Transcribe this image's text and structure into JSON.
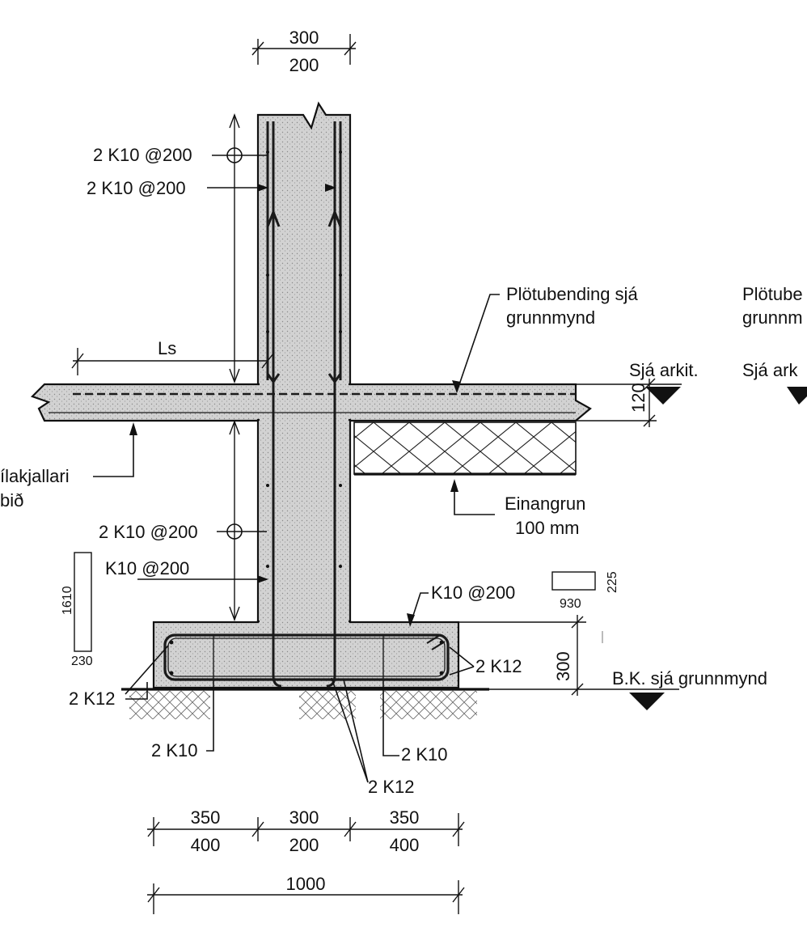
{
  "wall_width_top": "300",
  "wall_width_bottom": "200",
  "rebar_callout_1": "2 K10 @200",
  "rebar_callout_2": "2 K10 @200",
  "rebar_callout_3": "2 K10 @200",
  "rebar_callout_4": "K10 @200",
  "rebar_callout_5": "K10 @200",
  "lap_length": "Ls",
  "slab_reinforcement_note_1": "Plötubending sjá",
  "slab_reinforcement_note_2": "grunnmynd",
  "slab_reinforcement_note_cut_1": "Plötube",
  "slab_reinforcement_note_cut_2": "grunnm",
  "level_mark": "Sjá arkit.",
  "level_mark_cut": "Sjá ark",
  "slab_thickness": "120",
  "left_note_1": "ílakjallari",
  "left_note_2": "bið",
  "insulation_label": "Einangrun",
  "insulation_thickness": "100 mm",
  "stirrup_left_height": "1610",
  "stirrup_left_width": "230",
  "stirrup_right_height": "225",
  "stirrup_right_width": "930",
  "footing_height": "300",
  "bottom_level": "B.K. sjá grunnmynd",
  "bar_2k12_right": "2 K12",
  "bar_2k12_left": "2 K12",
  "bar_2k10_left": "2 K10",
  "bar_2k10_right": "2 K10",
  "bar_2k12_bottom": "2 K12",
  "dim_left_top": "350",
  "dim_left_bottom": "400",
  "dim_mid_top": "300",
  "dim_mid_bottom": "200",
  "dim_right_top": "350",
  "dim_right_bottom": "400",
  "dim_total": "1000"
}
